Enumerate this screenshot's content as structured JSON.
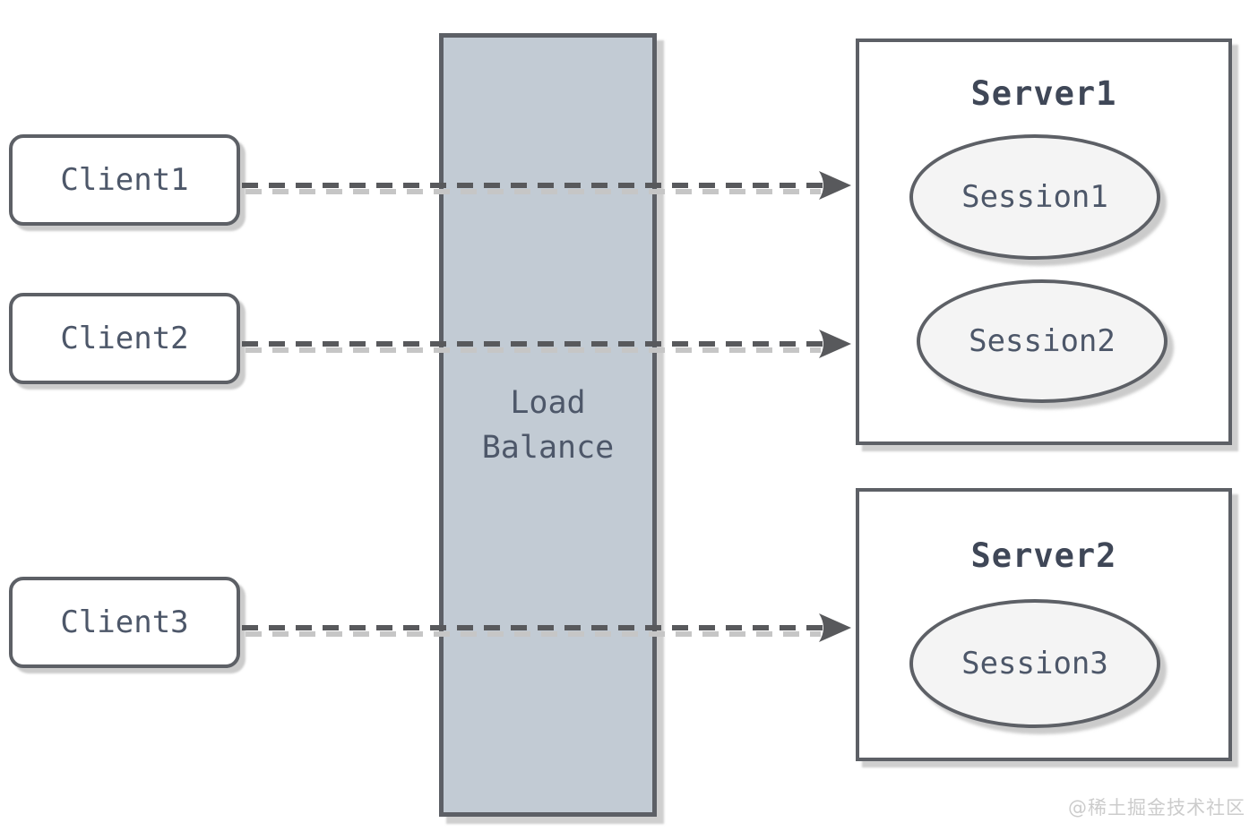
{
  "clients": [
    {
      "label": "Client1"
    },
    {
      "label": "Client2"
    },
    {
      "label": "Client3"
    }
  ],
  "load_balancer": {
    "line1": "Load",
    "line2": "Balance"
  },
  "servers": [
    {
      "title": "Server1",
      "sessions": [
        {
          "label": "Session1"
        },
        {
          "label": "Session2"
        }
      ]
    },
    {
      "title": "Server2",
      "sessions": [
        {
          "label": "Session3"
        }
      ]
    }
  ],
  "arrows": [
    {
      "from": "Client1",
      "to": "Server1"
    },
    {
      "from": "Client2",
      "to": "Server1"
    },
    {
      "from": "Client3",
      "to": "Server2"
    }
  ],
  "watermark": {
    "text": "@稀土掘金技术社区"
  },
  "colors": {
    "border": "#5d6066",
    "lb_fill": "#c2cbd4",
    "session_fill": "#f4f4f4",
    "text": "#4d5769",
    "title": "#3f4757",
    "arrow": "#58595c",
    "arrow_shadow": "#c6c6c6",
    "watermark": "#cccccc"
  }
}
